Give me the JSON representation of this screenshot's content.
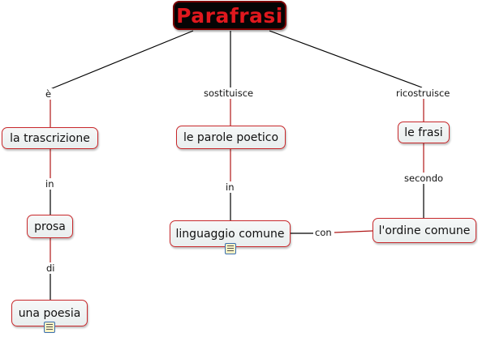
{
  "map": {
    "root": "Parafrasi",
    "nodes": {
      "trascrizione": "la trascrizione",
      "parole": "le parole poetico",
      "frasi": "le frasi",
      "prosa": "prosa",
      "linguaggio": "linguaggio comune",
      "ordine": "l'ordine comune",
      "poesia": "una poesia"
    },
    "links": {
      "e": "è",
      "sostituisce": "sostituisce",
      "ricostruisce": "ricostruisce",
      "in1": "in",
      "in2": "in",
      "secondo": "secondo",
      "di": "di",
      "con": "con"
    },
    "icons": {
      "linguaggio_note": "note-icon",
      "poesia_note": "note-icon"
    }
  }
}
